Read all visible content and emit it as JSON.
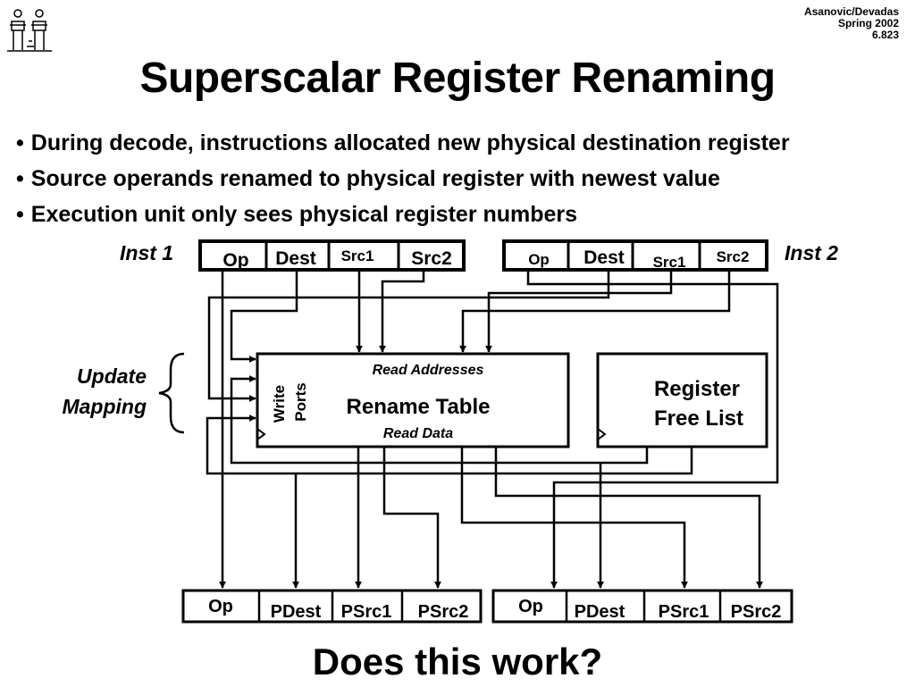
{
  "header": {
    "credit_line1": "Asanovic/Devadas",
    "credit_line2": "Spring 2002",
    "credit_line3": "6.823"
  },
  "slide": {
    "title": "Superscalar Register Renaming",
    "bullets": [
      "During decode, instructions allocated new physical destination register",
      "Source operands renamed to physical register with newest value",
      "Execution unit only sees physical register numbers"
    ],
    "question": "Does this work?"
  },
  "diagram": {
    "inst1_label": "Inst 1",
    "inst2_label": "Inst 2",
    "input_fields": {
      "op": "Op",
      "dest": "Dest",
      "src1": "Src1",
      "src2": "Src2"
    },
    "update_mapping_line1": "Update",
    "update_mapping_line2": "Mapping",
    "rename_table": {
      "read_addresses": "Read Addresses",
      "write_ports_line1": "Write",
      "write_ports_line2": "Ports",
      "name": "Rename Table",
      "read_data": "Read Data"
    },
    "free_list_line1": "Register",
    "free_list_line2": "Free List",
    "output_fields": {
      "op": "Op",
      "pdest": "PDest",
      "psrc1": "PSrc1",
      "psrc2": "PSrc2"
    }
  }
}
